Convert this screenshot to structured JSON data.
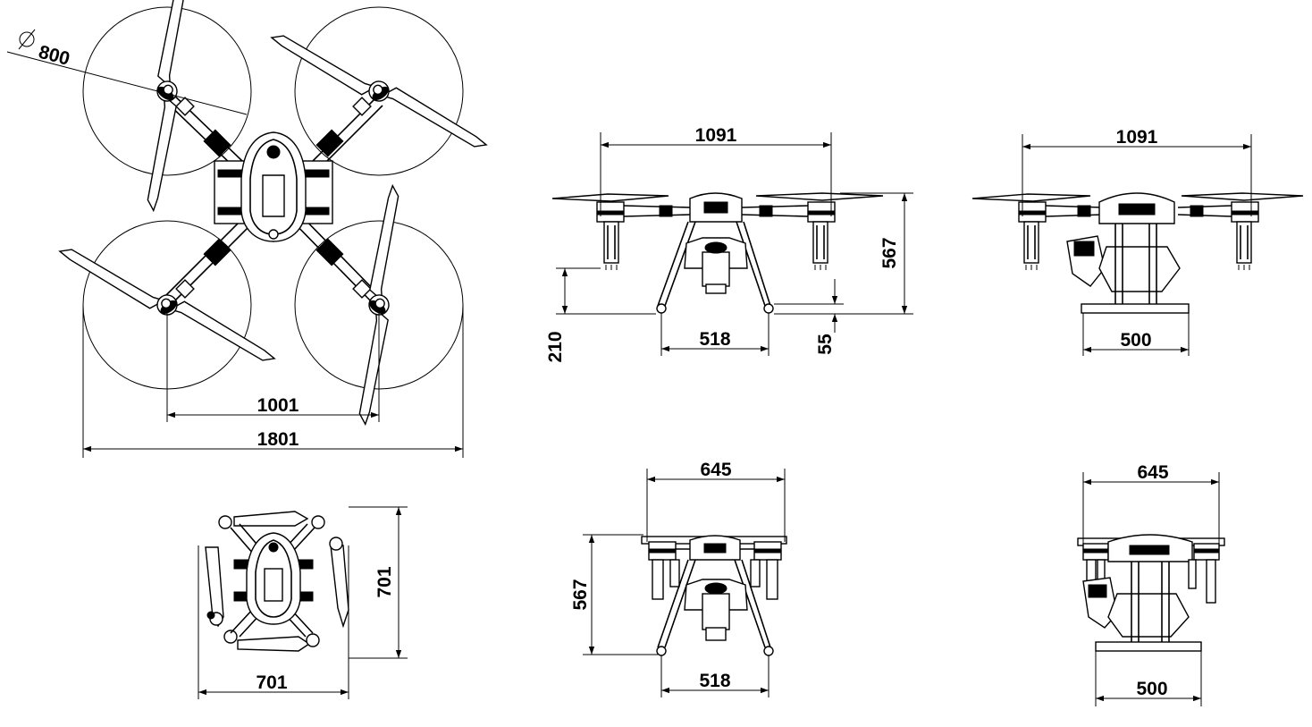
{
  "dimensions": {
    "top_view": {
      "rotor_diameter": "800",
      "rotor_spacing": "1001",
      "overall_width": "1801"
    },
    "front_view": {
      "arm_span": "1091",
      "height": "567",
      "ground_clearance": "210",
      "foot_offset": "55",
      "skid_width": "518"
    },
    "side_view": {
      "arm_span": "1091",
      "skid_width": "500"
    },
    "folded_top_view": {
      "height": "701",
      "width": "701"
    },
    "folded_front_view": {
      "width": "645",
      "height": "567",
      "skid_width": "518"
    },
    "folded_side_view": {
      "width": "645",
      "skid_width": "500"
    }
  }
}
